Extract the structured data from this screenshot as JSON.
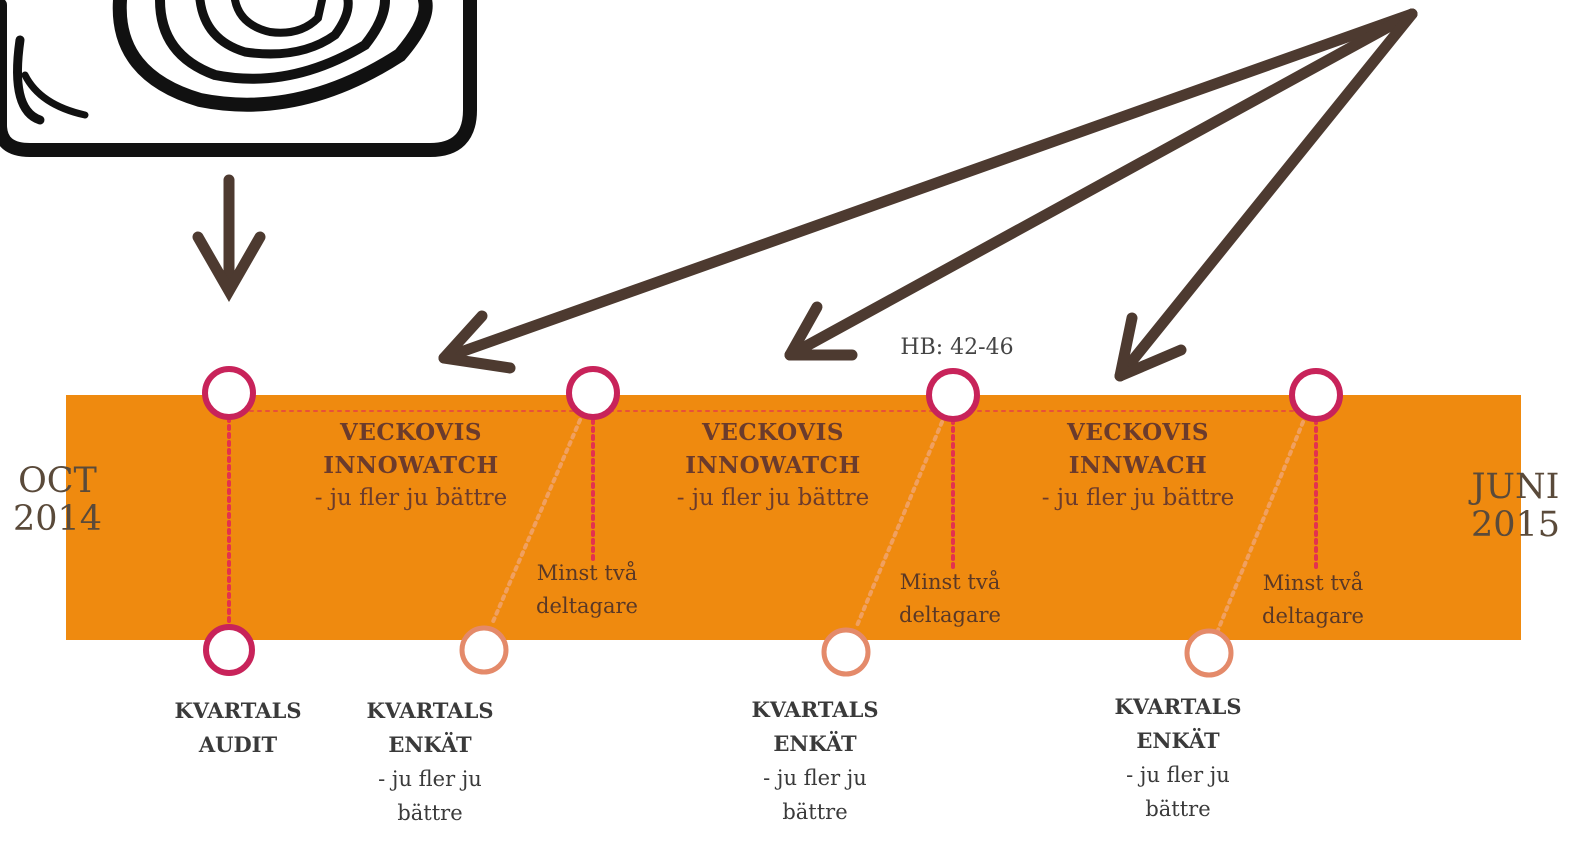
{
  "timeline": {
    "start": {
      "month": "OCT",
      "year": "2014"
    },
    "end": {
      "month": "JUNI",
      "year": "2015"
    },
    "partial_label": "HB: 42-46",
    "weekly": [
      {
        "title_1": "VECKOVIS",
        "title_2": "INNOWATCH",
        "sub": "- ju fler ju bättre"
      },
      {
        "title_1": "VECKOVIS",
        "title_2": "INNOWATCH",
        "sub": "- ju fler ju bättre"
      },
      {
        "title_1": "VECKOVIS",
        "title_2": "INNWACH",
        "sub": "- ju fler ju bättre"
      }
    ],
    "minst": [
      {
        "line1": "Minst två",
        "line2": "deltagare"
      },
      {
        "line1": "Minst två",
        "line2": "deltagare"
      },
      {
        "line1": "Minst två",
        "line2": "deltagare"
      }
    ],
    "bottom": [
      {
        "title_1": "KVARTALS",
        "title_2": "AUDIT",
        "sub_1": "",
        "sub_2": ""
      },
      {
        "title_1": "KVARTALS",
        "title_2": "ENKÄT",
        "sub_1": "- ju fler ju",
        "sub_2": "bättre"
      },
      {
        "title_1": "KVARTALS",
        "title_2": "ENKÄT",
        "sub_1": "- ju fler ju",
        "sub_2": "bättre"
      },
      {
        "title_1": "KVARTALS",
        "title_2": "ENKÄT",
        "sub_1": "- ju fler ju",
        "sub_2": "bättre"
      }
    ]
  },
  "colors": {
    "band": "#ef8a0f",
    "arrow": "#4d3a30",
    "milestone": "#c8235a",
    "survey": "#e48a6a",
    "dotted": "#e4324e"
  },
  "icons": [
    "camera-lens-sketch-icon",
    "down-arrow-icon",
    "pointer-arrow-icon"
  ]
}
